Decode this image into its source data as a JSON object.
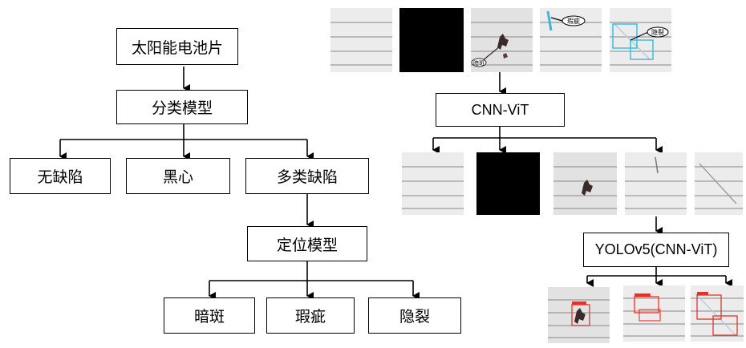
{
  "left_flow": {
    "root": "太阳能电池片",
    "classifier": "分类模型",
    "classes": [
      "无缺陷",
      "黑心",
      "多类缺陷"
    ],
    "locator": "定位模型",
    "defects": [
      "暗斑",
      "瑕疵",
      "隐裂"
    ]
  },
  "right_flow": {
    "classifier": "CNN-ViT",
    "detector": "YOLOv5(CNN-ViT)",
    "input_callouts": [
      "暗斑",
      "瑕疵",
      "隐裂"
    ]
  },
  "colors": {
    "line": "#000000",
    "callout_dark": "#3a2a2a",
    "callout_cyan": "#3fb6d6",
    "detection_red": "#e4322b",
    "cell_bg": "#ececec",
    "black_cell": "#000000"
  },
  "thumbnails": {
    "inputs": [
      "normal-cell",
      "black-core-cell",
      "dark-spot-cell",
      "flaw-cell",
      "crack-cell"
    ],
    "classified": [
      "normal-cell",
      "black-core-cell",
      "dark-spot-cell",
      "flaw-cell",
      "crack-cell"
    ],
    "detected": [
      "dark-spot-detected",
      "flaw-detected",
      "crack-detected"
    ]
  }
}
